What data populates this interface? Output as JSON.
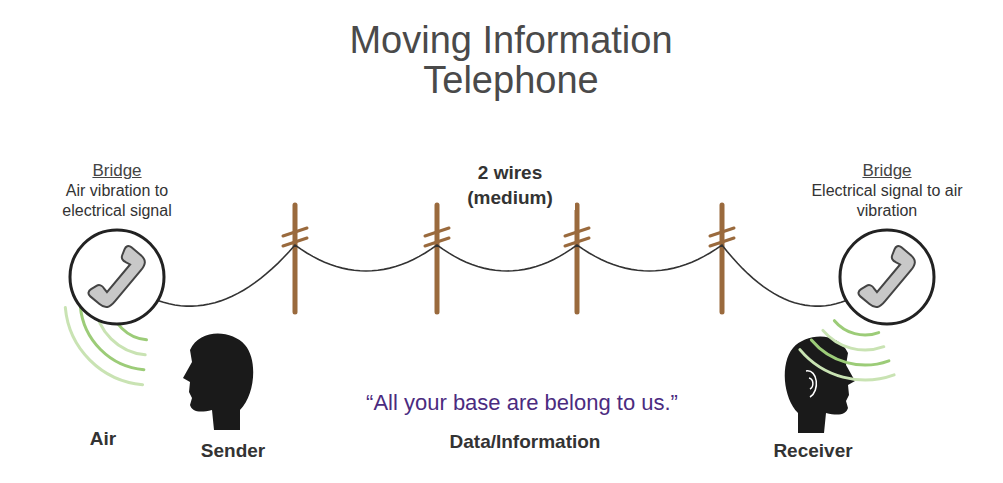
{
  "diagram": {
    "title": "Moving Information Telephone",
    "nodes": [
      {
        "text": [
          "Bridge",
          "Air vibration to electrical signal"
        ]
      },
      {
        "text": [
          "Bridge",
          "Electrical signal to air vibration"
        ]
      }
    ],
    "edges": [
      {
        "from": 0,
        "to": 1,
        "arrow": "none",
        "label": "2 wires (medium)"
      }
    ],
    "labels": [
      "“All your base are belong to us.”",
      "Air",
      "Sender",
      "Data/Information",
      "Receiver"
    ]
  }
}
